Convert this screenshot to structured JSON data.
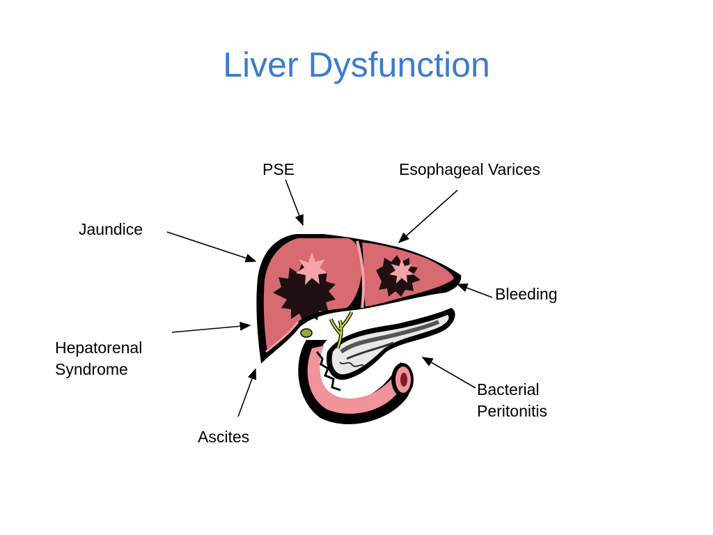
{
  "title": "Liver Dysfunction",
  "labels": {
    "pse": "PSE",
    "esophageal_varices": "Esophageal Varices",
    "jaundice": "Jaundice",
    "bleeding": "Bleeding",
    "hepatorenal_line1": "Hepatorenal",
    "hepatorenal_line2": "Syndrome",
    "bacterial_line1": "Bacterial",
    "bacterial_line2": "Peritonitis",
    "ascites": "Ascites"
  },
  "colors": {
    "title": "#3a7ccf",
    "liver_tissue": "#d86a72",
    "liver_light": "#f4a3a8",
    "outline": "#000000",
    "bile_duct": "#c9d64a",
    "pancreas": "#e6e6e6",
    "duodenum": "#f1939b"
  }
}
